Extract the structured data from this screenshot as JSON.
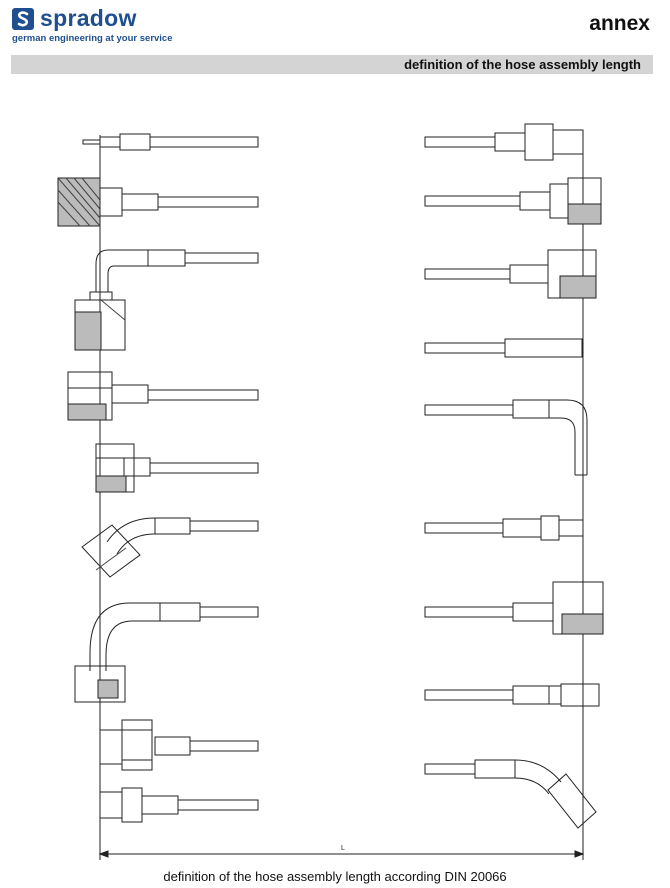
{
  "header": {
    "logo_icon": "spradow-s-logo-icon",
    "brand_name": "spradow",
    "brand_tagline": "german engineering at your service",
    "brand_color": "#1f4f8f",
    "page_title": "annex",
    "banner_text": "definition of the hose assembly length",
    "banner_color": "#d4d4d4"
  },
  "drawing": {
    "dimension_label": "L",
    "left_fittings": [
      "hose-nipple-fitting",
      "knurled-coupling-fitting",
      "elbow-knurled-coupling-fitting",
      "banjo-fitting",
      "angle-block-fitting",
      "45-degree-elbow-nut-fitting",
      "90-degree-elbow-block-fitting",
      "male-thread-fitting",
      "male-thread-small-fitting"
    ],
    "right_fittings": [
      "male-swivel-fitting",
      "banjo-right-fitting",
      "angle-block-right-fitting",
      "straight-tube-end-fitting",
      "90-degree-tube-bend-fitting",
      "male-adapter-fitting",
      "angle-block-large-fitting",
      "straight-nut-fitting",
      "45-degree-bend-nut-fitting"
    ]
  },
  "footer": {
    "caption": "definition of the hose assembly length according DIN 20066"
  }
}
